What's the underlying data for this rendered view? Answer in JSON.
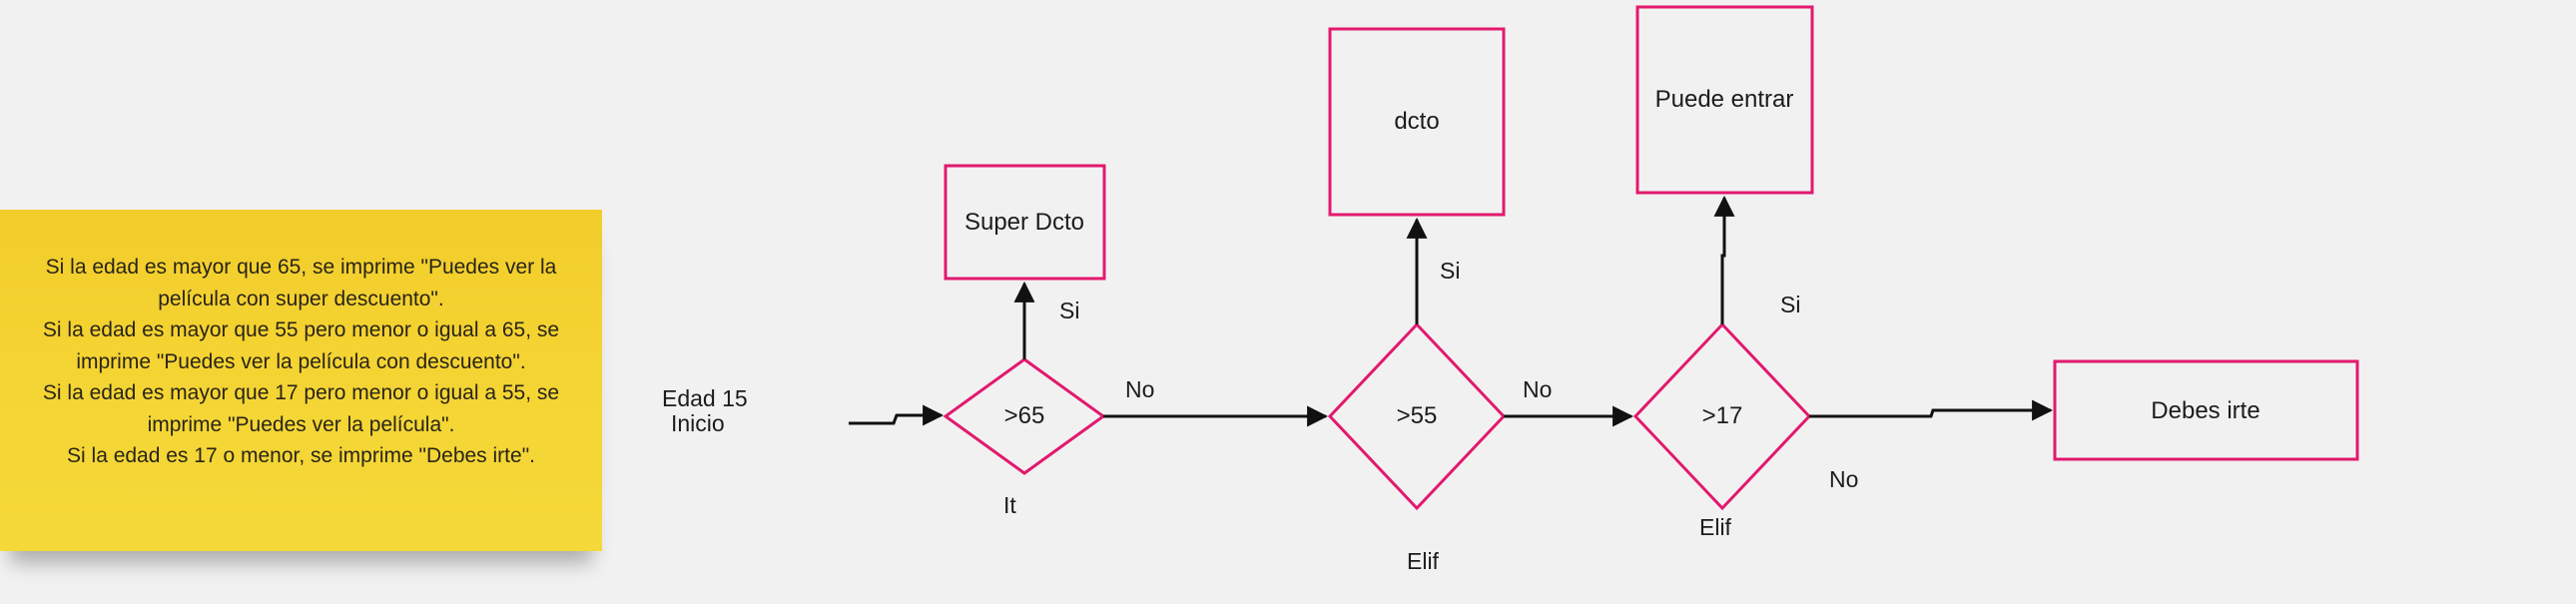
{
  "sticky_note": {
    "lines": [
      "Si la edad es mayor que 65, se imprime \"Puedes ver la",
      "película con super descuento\".",
      "Si la edad es mayor que 55 pero menor o igual a 65, se",
      "imprime \"Puedes ver la película con descuento\".",
      "Si la edad es mayor que 17 pero menor o igual a 55, se",
      "imprime \"Puedes ver la película\".",
      "Si la edad es 17 o menor, se imprime \"Debes irte\"."
    ],
    "color": "#f4d534"
  },
  "start": {
    "age": "Edad 15",
    "label": "Inicio"
  },
  "decisions": [
    {
      "text": ">65",
      "caption": "It"
    },
    {
      "text": ">55",
      "caption": "Elif"
    },
    {
      "text": ">17",
      "caption": "Elif"
    }
  ],
  "outcomes": {
    "super": "Super Dcto",
    "dcto": "dcto",
    "puede": "Puede entrar",
    "debes": "Debes irte"
  },
  "edge_labels": {
    "yes1": "Si",
    "no1": "No",
    "yes2": "Si",
    "no2": "No",
    "yes3": "Si",
    "no3": "No"
  },
  "colors": {
    "shape_stroke": "#e2196e",
    "connector": "#111111",
    "background": "#f1f1f1"
  }
}
